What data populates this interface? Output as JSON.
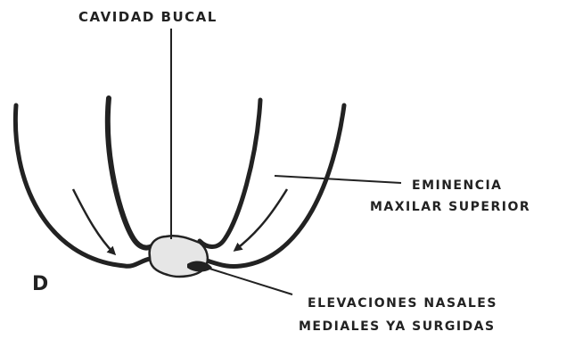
{
  "figure": {
    "panel_letter": "D",
    "labels": {
      "top": "CAVIDAD BUCAL",
      "right_line1": "EMINENCIA",
      "right_line2": "MAXILAR SUPERIOR",
      "bottom_line1": "ELEVACIONES NASALES",
      "bottom_line2": "MEDIALES YA SURGIDAS"
    },
    "colors": {
      "ink": "#222222",
      "background": "#ffffff",
      "blob_fill": "#e6e6e6"
    }
  }
}
